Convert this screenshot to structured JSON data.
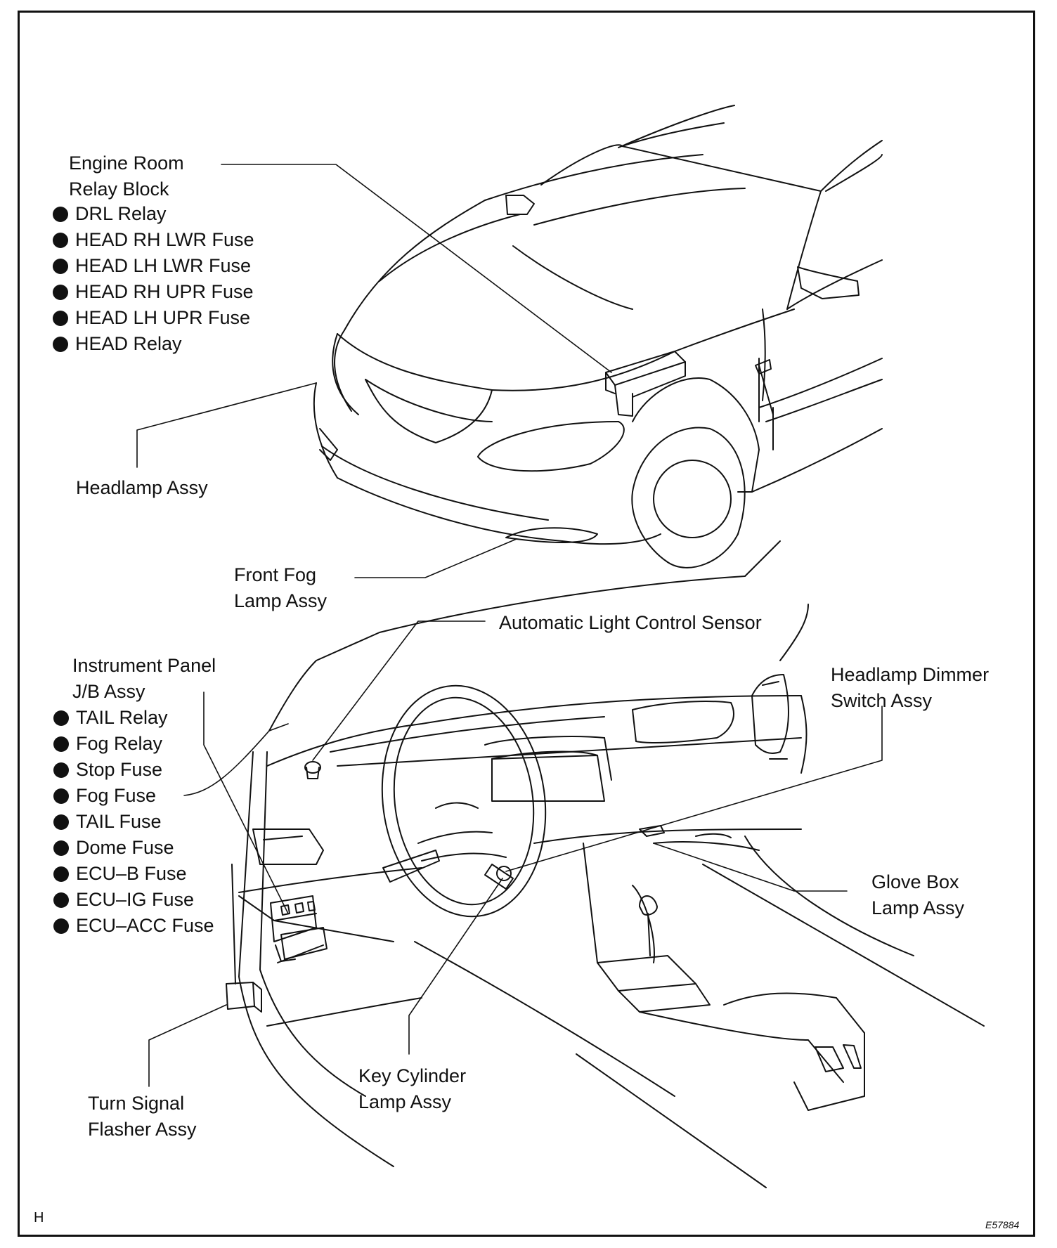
{
  "labels": {
    "engine_room": {
      "title": [
        "Engine Room",
        "Relay Block"
      ],
      "items": [
        "DRL Relay",
        "HEAD RH LWR Fuse",
        "HEAD LH LWR Fuse",
        "HEAD RH UPR Fuse",
        "HEAD LH UPR Fuse",
        "HEAD Relay"
      ]
    },
    "headlamp_assy": "Headlamp Assy",
    "front_fog": [
      "Front Fog",
      "Lamp Assy"
    ],
    "auto_light_sensor": "Automatic Light Control Sensor",
    "instrument_panel": {
      "title": [
        "Instrument Panel",
        "J/B Assy"
      ],
      "items": [
        "TAIL Relay",
        "Fog Relay",
        "Stop Fuse",
        "Fog Fuse",
        "TAIL Fuse",
        "Dome Fuse",
        "ECU–B Fuse",
        "ECU–IG Fuse",
        "ECU–ACC Fuse"
      ]
    },
    "headlamp_dimmer": [
      "Headlamp Dimmer",
      "Switch Assy"
    ],
    "glove_box": [
      "Glove Box",
      "Lamp Assy"
    ],
    "key_cylinder": [
      "Key Cylinder",
      "Lamp Assy"
    ],
    "turn_signal": [
      "Turn Signal",
      "Flasher Assy"
    ]
  },
  "corner_mark": "H",
  "figure_code": "E57884"
}
